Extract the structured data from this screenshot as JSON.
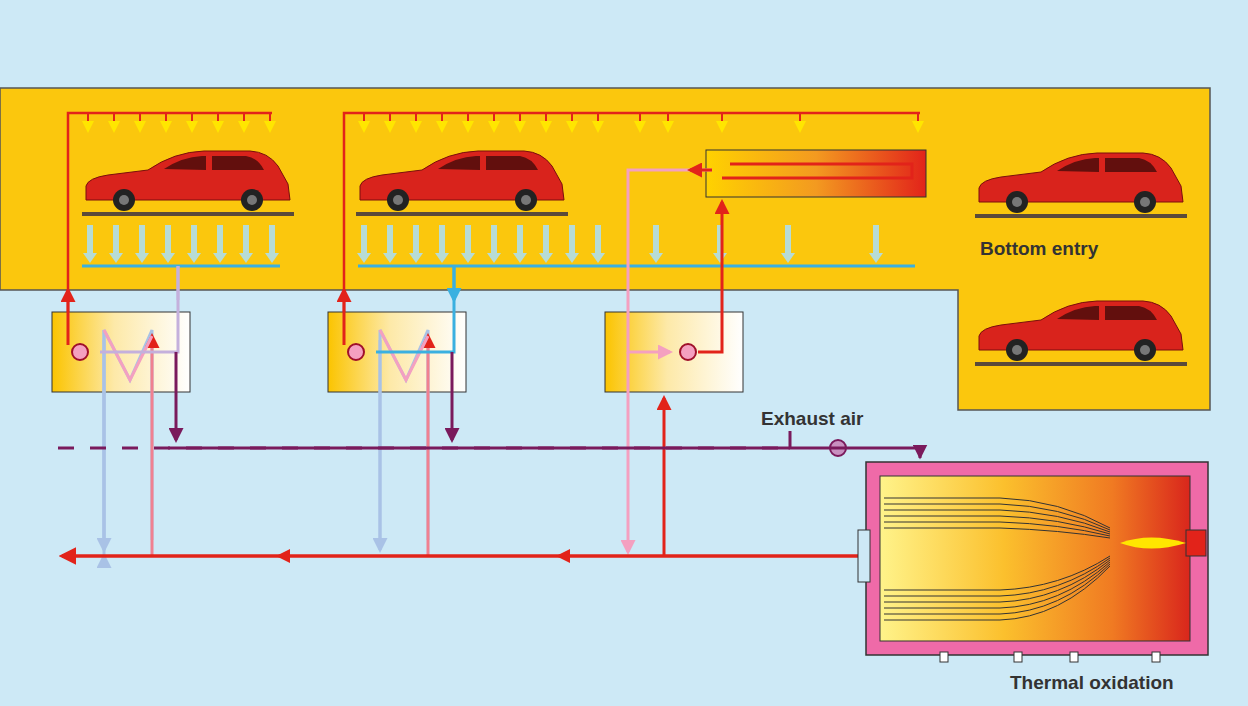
{
  "diagram": {
    "nodes": [
      {
        "text": [
          "Bottom entry"
        ]
      },
      {
        "text": [
          "Thermal oxidation"
        ]
      }
    ],
    "edges": [
      {
        "from": 0,
        "to": 1,
        "label": "Exhaust air",
        "arrow": "to"
      }
    ]
  }
}
